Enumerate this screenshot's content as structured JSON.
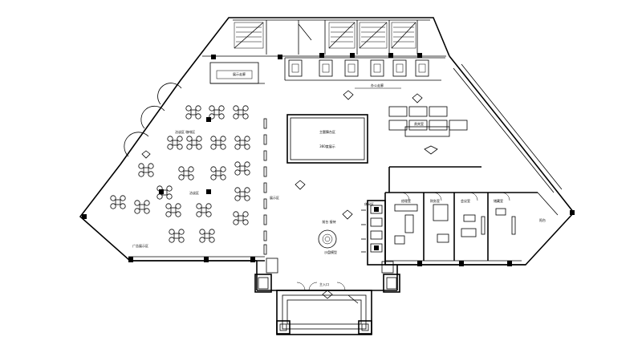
{
  "plan": {
    "labels": {
      "stage_primary": "主题舞台区",
      "stage_secondary": "360度展示",
      "reception": "前台 接待",
      "vip_room": "贵宾室",
      "sofa_area": "休闲区",
      "office_corridor": "办公走廊",
      "seating_north": "洽谈区 咖啡区",
      "seating_center": "洽谈区",
      "seating_south": "广告展示区",
      "model_display": "沙盘模型",
      "info_panel": "展示区",
      "office_1": "经理室",
      "office_2": "财务室",
      "office_3": "会议室",
      "office_4": "储藏室",
      "balcony": "阳台",
      "entrance": "主入口",
      "north_strip": "展示走廊"
    }
  }
}
